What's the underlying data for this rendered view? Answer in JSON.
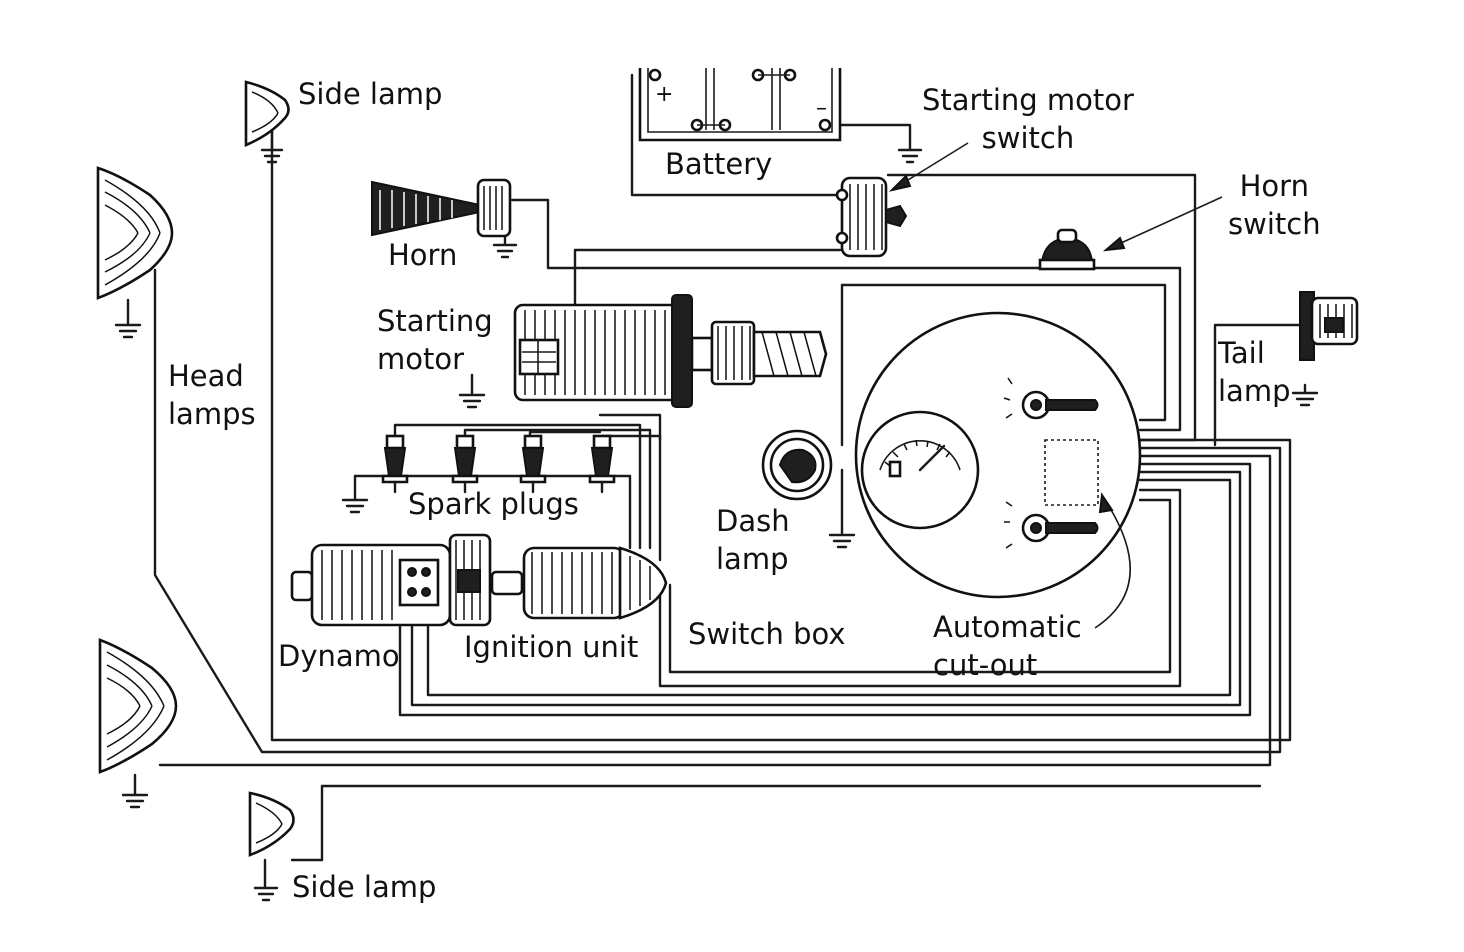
{
  "labels": {
    "side_lamp_top": "Side lamp",
    "side_lamp_bottom": "Side lamp",
    "head_lamps": [
      "Head",
      "lamps"
    ],
    "horn": "Horn",
    "battery": "Battery",
    "starting_motor_switch": [
      "Starting motor",
      "switch"
    ],
    "horn_switch": [
      "Horn",
      "switch"
    ],
    "starting_motor": [
      "Starting",
      "motor"
    ],
    "tail_lamp": [
      "Tail",
      "lamp"
    ],
    "spark_plugs": "Spark plugs",
    "dash_lamp": [
      "Dash",
      "lamp"
    ],
    "dynamo": "Dynamo",
    "ignition_unit": "Ignition unit",
    "switch_box": "Switch box",
    "automatic_cut_out": [
      "Automatic",
      "cut-out"
    ],
    "battery_plus": "+",
    "battery_minus": "–"
  }
}
